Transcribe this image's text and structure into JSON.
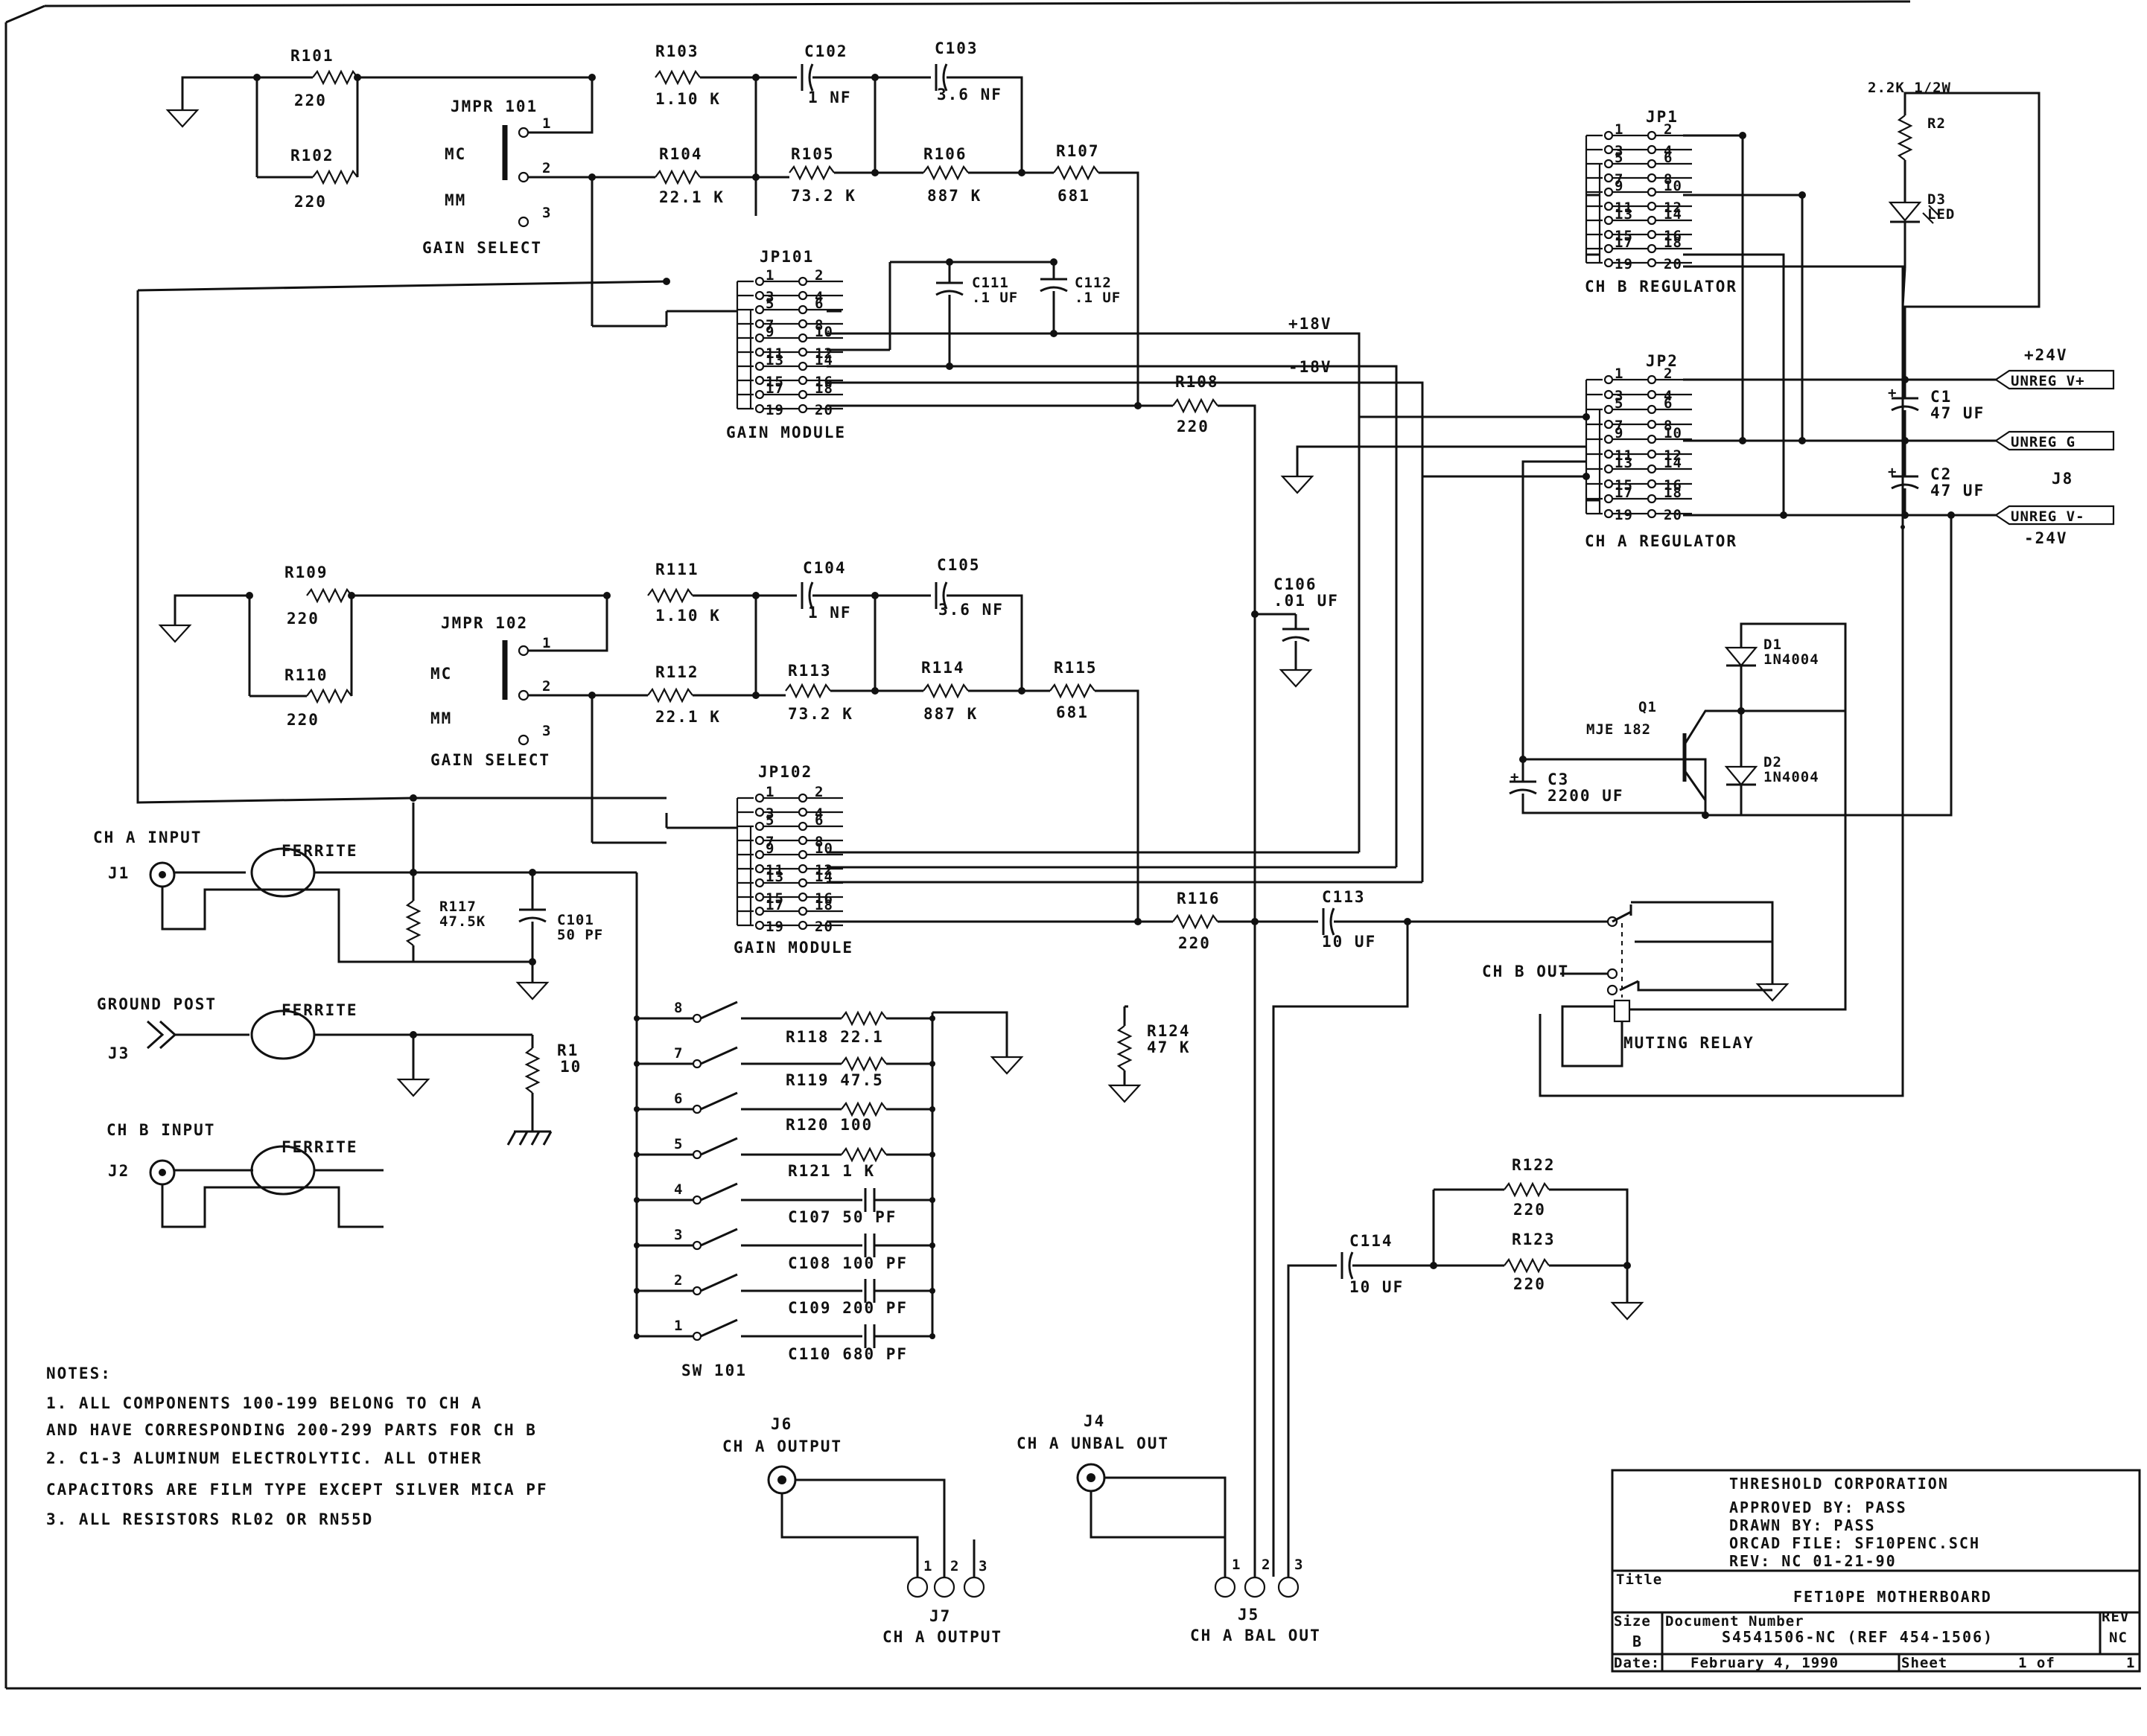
{
  "labels": {
    "r101": "R101",
    "r101v": "220",
    "r102": "R102",
    "r102v": "220",
    "jmpr101": "JMPR 101",
    "mc1": "MC",
    "mm1": "MM",
    "gain1": "GAIN SELECT",
    "p1a": "1",
    "p2a": "2",
    "p3a": "3",
    "r103": "R103",
    "r103v": "1.10 K",
    "c102": "C102",
    "c102v": "1 NF",
    "c103": "C103",
    "c103v": "3.6 NF",
    "r104": "R104",
    "r104v": "22.1 K",
    "r105": "R105",
    "r105v": "73.2 K",
    "r106": "R106",
    "r106v": "887 K",
    "r107": "R107",
    "r107v": "681",
    "jp101": "JP101",
    "c111": "C111",
    "c111v": ".1 UF",
    "c112": "C112",
    "c112v": ".1 UF",
    "p18v": "+18V",
    "m18v": "-18V",
    "gm1": "GAIN MODULE",
    "r108": "R108",
    "r108v": "220",
    "r109": "R109",
    "r109v": "220",
    "r110": "R110",
    "r110v": "220",
    "jmpr102": "JMPR 102",
    "mc2": "MC",
    "mm2": "MM",
    "gain2": "GAIN SELECT",
    "p1b": "1",
    "p2b": "2",
    "p3b": "3",
    "r111": "R111",
    "r111v": "1.10 K",
    "c104": "C104",
    "c104v": "1 NF",
    "c105": "C105",
    "c105v": "3.6 NF",
    "r112": "R112",
    "r112v": "22.1 K",
    "r113": "R113",
    "r113v": "73.2 K",
    "r114": "R114",
    "r114v": "887 K",
    "r115": "R115",
    "r115v": "681",
    "c106": "C106",
    "c106v": ".01 UF",
    "jp102": "JP102",
    "gm2": "GAIN MODULE",
    "r116": "R116",
    "r116v": "220",
    "c113": "C113",
    "c113v": "10 UF",
    "chain": "CH A INPUT",
    "j1": "J1",
    "ferrite1": "FERRITE",
    "r117": "R117",
    "r117v": "47.5K",
    "c101": "C101",
    "c101v": "50 PF",
    "gpost": "GROUND POST",
    "j3": "J3",
    "ferrite2": "FERRITE",
    "r1": "R1",
    "r1v": "10",
    "chbin": "CH B INPUT",
    "j2": "J2",
    "ferrite3": "FERRITE",
    "s8": "8",
    "s7": "7",
    "s6": "6",
    "s5": "5",
    "s4": "4",
    "s3": "3",
    "s2": "2",
    "s1": "1",
    "r118": "R118  22.1",
    "r119": "R119  47.5",
    "r120": "R120  100",
    "r121": "R121  1 K",
    "c107": "C107  50 PF",
    "c108": "C108  100 PF",
    "c109": "C109  200 PF",
    "c110": "C110  680 PF",
    "sw101": "SW 101",
    "r124": "R124",
    "r124v": "47 K",
    "chbout": "CH B OUT",
    "muting": "MUTING RELAY",
    "r122": "R122",
    "r122v": "220",
    "r123": "R123",
    "r123v": "220",
    "c114": "C114",
    "c114v": "10 UF",
    "jp1": "JP1",
    "chbreg": "CH B REGULATOR",
    "jp2": "JP2",
    "chareg": "CH A REGULATOR",
    "r2res": "2.2K 1/2W",
    "r2": "R2",
    "d3": "D3",
    "d3v": "LED",
    "p24v": "+24V",
    "m24v": "-24V",
    "c1": "C1",
    "c1v": "47 UF",
    "c2": "C2",
    "c2v": "47 UF",
    "j8": "J8",
    "unregp": "UNREG V+",
    "unregg": "UNREG G",
    "unregm": "UNREG V-",
    "d1": "D1",
    "d1v": "1N4004",
    "d2": "D2",
    "d2v": "1N4004",
    "q1": "Q1",
    "q1v": "MJE 182",
    "c3": "C3",
    "c3v": "2200 UF",
    "plus": "+",
    "j6": "J6",
    "chaout1": "CH A OUTPUT",
    "j7": "J7",
    "chaout2": "CH A OUTPUT",
    "j4": "J4",
    "chaunbal": "CH A UNBAL OUT",
    "j5": "J5",
    "chabal": "CH A BAL OUT",
    "pin1": "1",
    "pin2": "2",
    "pin3": "3"
  },
  "notes": {
    "heading": "NOTES:",
    "lines": [
      "1. ALL COMPONENTS 100-199 BELONG TO CH A",
      "AND HAVE CORRESPONDING 200-299 PARTS FOR CH B",
      "2. C1-3 ALUMINUM ELECTROLYTIC. ALL OTHER",
      "CAPACITORS ARE FILM TYPE EXCEPT SILVER MICA PF",
      "3. ALL RESISTORS RL02 OR RN55D"
    ]
  },
  "title_block": {
    "company": "THRESHOLD CORPORATION",
    "approved": "APPROVED BY: PASS",
    "drawn": "DRAWN BY: PASS",
    "orcad": "ORCAD FILE: SF10PENC.SCH",
    "rev": "REV: NC 01-21-90",
    "title_label": "Title",
    "title": "FET10PE MOTHERBOARD",
    "size_label": "Size",
    "size": "B",
    "docnum_label": "Document Number",
    "docnum": "S4541506-NC (REF 454-1506)",
    "rev_label": "REV",
    "rev_value": "NC",
    "date_label": "Date:",
    "date": "February  4, 1990",
    "sheet_label": "Sheet",
    "sheet": "1 of",
    "sheet_total": "1"
  },
  "jumper_pins_odd": [
    "1",
    "3",
    "5",
    "7",
    "9",
    "11",
    "13",
    "15",
    "17",
    "19"
  ],
  "jumper_pins_even": [
    "2",
    "4",
    "6",
    "8",
    "10",
    "12",
    "14",
    "16",
    "18",
    "20"
  ]
}
